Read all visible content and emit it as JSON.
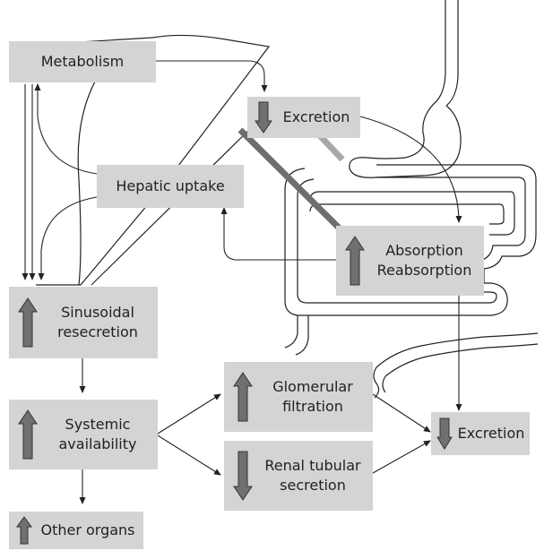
{
  "nodes": {
    "metabolism": "Metabolism",
    "excretion_bile": "Excretion",
    "hepatic_uptake": "Hepatic uptake",
    "absorption": "Absorption\nReabsorption",
    "sinusoidal": "Sinusoidal\nresecretion",
    "systemic": "Systemic\navailability",
    "glomerular": "Glomerular\nfiltration",
    "renal_tubular": "Renal tubular\nsecretion",
    "excretion_renal": "Excretion",
    "other_organs": "Other organs"
  },
  "colors": {
    "box_fill": "#d4d4d4",
    "arrow_fill": "#707070",
    "line": "#222222",
    "duct_dark": "#6e6e6e",
    "duct_light": "#a8a8a8"
  },
  "icons": {
    "up": "up-arrow-icon",
    "down": "down-arrow-icon"
  }
}
